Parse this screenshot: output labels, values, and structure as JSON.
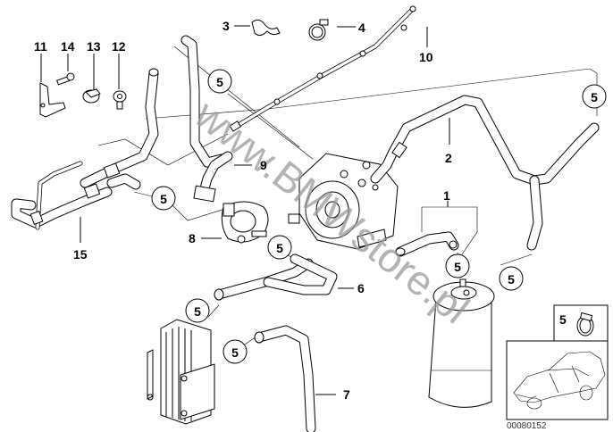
{
  "diagram": {
    "title": "Fuel supply / fuel filter parts diagram",
    "reference_number": "00080152",
    "watermark": "www.BMWstore.pl",
    "part_labels": {
      "p1": "1",
      "p2": "2",
      "p3": "3",
      "p4": "4",
      "p6": "6",
      "p7": "7",
      "p8": "8",
      "p9": "9",
      "p10": "10",
      "p11": "11",
      "p12": "12",
      "p13": "13",
      "p14": "14",
      "p15": "15"
    },
    "callout_5": "5",
    "inset": {
      "part_number": "5",
      "part_name": "hose-clamp",
      "vehicle_view": "car-silhouette"
    }
  }
}
